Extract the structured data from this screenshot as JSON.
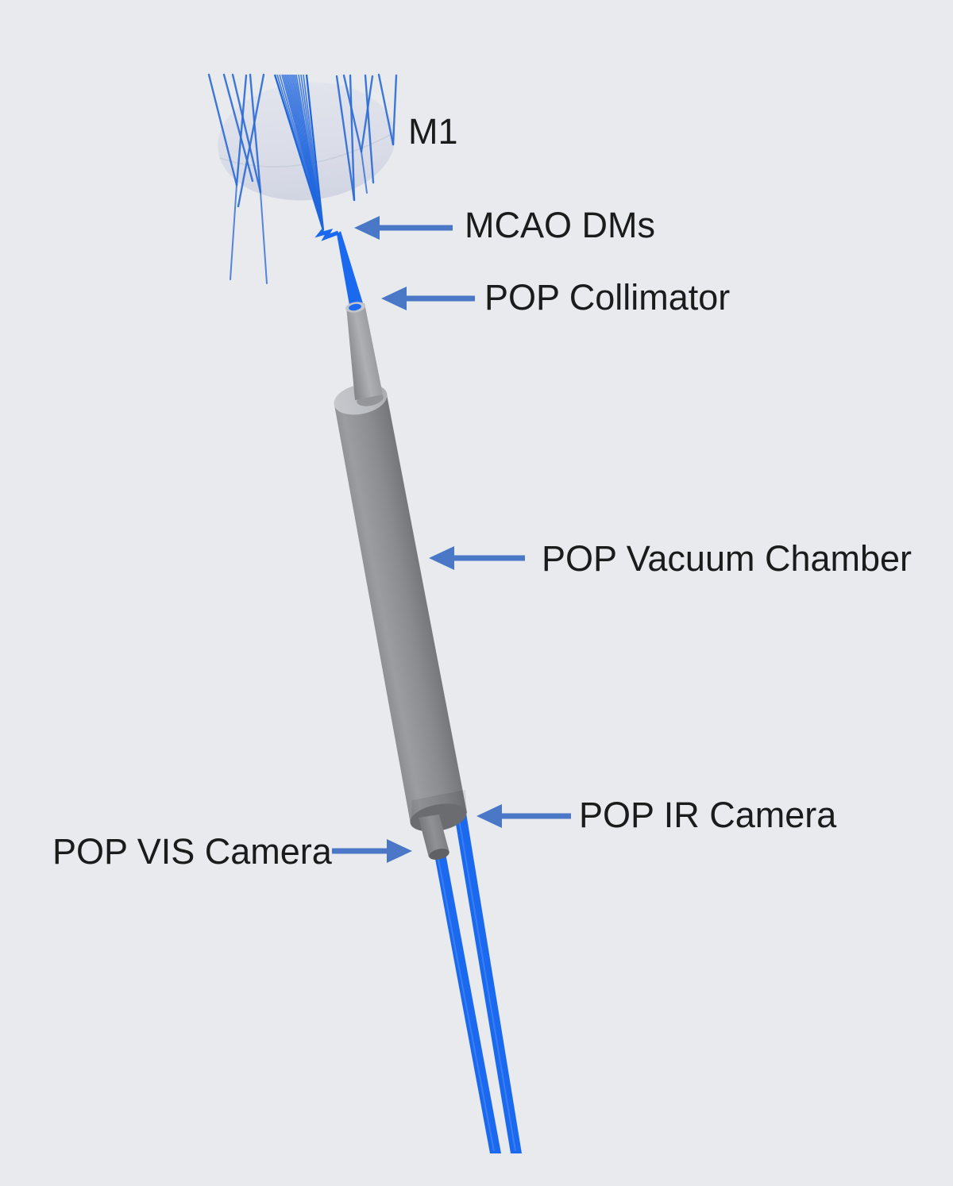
{
  "diagram": {
    "title_context": "Optical path schematic",
    "labels": {
      "m1": "M1",
      "mcao_dms": "MCAO DMs",
      "pop_collimator": "POP Collimator",
      "pop_vacuum_chamber": "POP Vacuum Chamber",
      "pop_ir_camera": "POP IR Camera",
      "pop_vis_camera": "POP VIS Camera"
    },
    "colors": {
      "bg": "#e8eaee",
      "ink": "#1b1b1b",
      "arrow": "#4a78c6",
      "beam": "#1b69ee",
      "ray": "#2e6cd6",
      "fan": "#2066dd",
      "chamber_gray": "#8f9195",
      "mirror_gray": "#d9dde8"
    },
    "components": [
      {
        "name": "primary-mirror",
        "label_key": "m1"
      },
      {
        "name": "deformable-mirrors",
        "label_key": "mcao_dms"
      },
      {
        "name": "collimator",
        "label_key": "pop_collimator"
      },
      {
        "name": "vacuum-chamber",
        "label_key": "pop_vacuum_chamber"
      },
      {
        "name": "ir-camera",
        "label_key": "pop_ir_camera"
      },
      {
        "name": "vis-camera",
        "label_key": "pop_vis_camera"
      }
    ]
  }
}
